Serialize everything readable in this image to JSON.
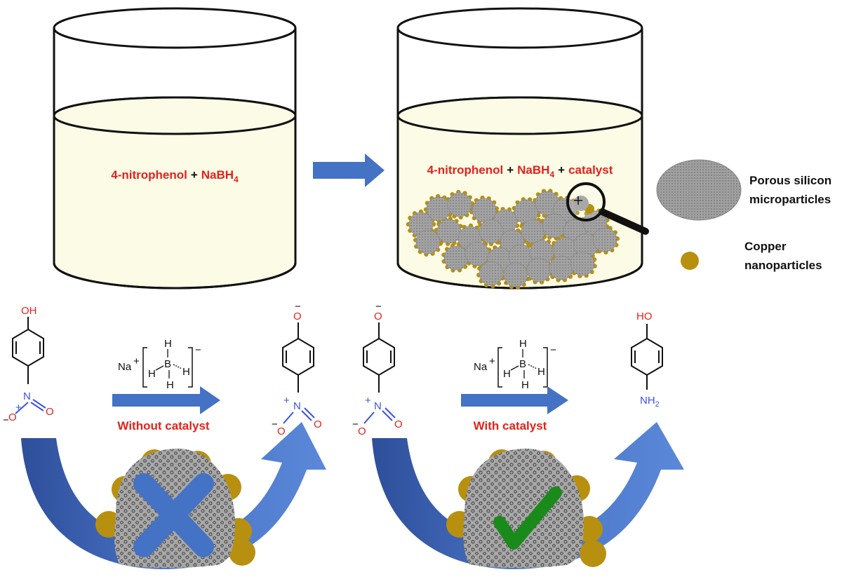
{
  "beaker_left": {
    "reactant1": "4-nitrophenol",
    "plus": "+",
    "reductant": "NaBH",
    "reductant_sub": "4"
  },
  "beaker_right": {
    "reactant1": "4-nitrophenol",
    "plus1": "+",
    "reductant": "NaBH",
    "reductant_sub": "4",
    "plus2": "+",
    "catalyst": "catalyst"
  },
  "legend": {
    "porous_line1": "Porous silicon",
    "porous_line2": "microparticles",
    "copper_line1": "Copper",
    "copper_line2": "nanoparticles"
  },
  "reactions": {
    "without_label": "Without catalyst",
    "with_label": "With catalyst"
  },
  "borohydride": {
    "cation": "Na",
    "cation_charge": "+",
    "boron": "B",
    "hydrogen": "H",
    "anion_charge": "−"
  },
  "molecules": {
    "hydroxyl": "OH",
    "hydroxyl_ho": "HO",
    "oxygen": "O",
    "nitrogen": "N",
    "minus": "−",
    "plus": "+",
    "amine": "NH",
    "amine_sub": "2"
  },
  "colors": {
    "liquid": "#fcfbe6",
    "arrow_blue": "#4472c4",
    "copper": "#b8900f",
    "silicon": "#a8a8a8",
    "check_green": "#1a8a1a",
    "red_text": "#e4211c"
  }
}
